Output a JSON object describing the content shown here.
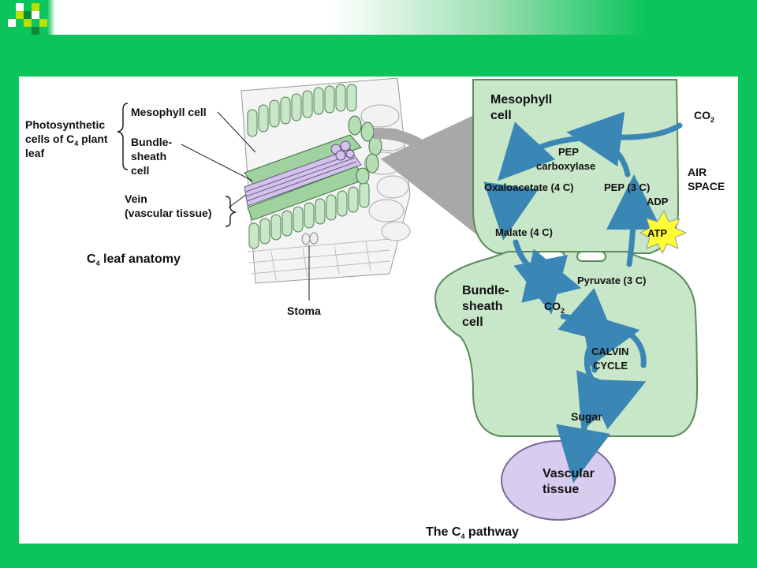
{
  "colors": {
    "slide_background": "#0bc45c",
    "cell_fill": "#c8e6c8",
    "cell_stroke": "#5a8a5a",
    "arrow": "#3a86b4",
    "vascular_fill": "#d9cdef",
    "atp_burst": "#ffff33"
  },
  "anatomy": {
    "bracket_label_line1": "Photosynthetic",
    "bracket_label_line2": "cells of C",
    "bracket_label_sub": "4",
    "bracket_label_line2b": " plant",
    "bracket_label_line3": "leaf",
    "mesophyll_label": "Mesophyll cell",
    "bundle_label_line1": "Bundle-",
    "bundle_label_line2": "sheath",
    "bundle_label_line3": "cell",
    "vein_label_line1": "Vein",
    "vein_label_line2": "(vascular tissue)",
    "stoma_label": "Stoma",
    "caption_pre": "C",
    "caption_sub": "4",
    "caption_post": " leaf anatomy"
  },
  "pathway": {
    "mesophyll_line1": "Mesophyll",
    "mesophyll_line2": "cell",
    "co2_in": "CO",
    "co2_sub": "2",
    "air_line1": "AIR",
    "air_line2": "SPACE",
    "pep_carboxylase_line1": "PEP",
    "pep_carboxylase_line2": "carboxylase",
    "oxaloacetate": "Oxaloacetate (4 C)",
    "pep": "PEP (3 C)",
    "adp": "ADP",
    "atp": "ATP",
    "malate": "Malate (4 C)",
    "pyruvate": "Pyruvate (3 C)",
    "bundle_line1": "Bundle-",
    "bundle_line2": "sheath",
    "bundle_line3": "cell",
    "co2_bundle": "CO",
    "co2_bundle_sub": "2",
    "calvin_line1": "CALVIN",
    "calvin_line2": "CYCLE",
    "sugar": "Sugar",
    "vascular_line1": "Vascular",
    "vascular_line2": "tissue",
    "caption_pre": "The C",
    "caption_sub": "4",
    "caption_post": " pathway"
  }
}
